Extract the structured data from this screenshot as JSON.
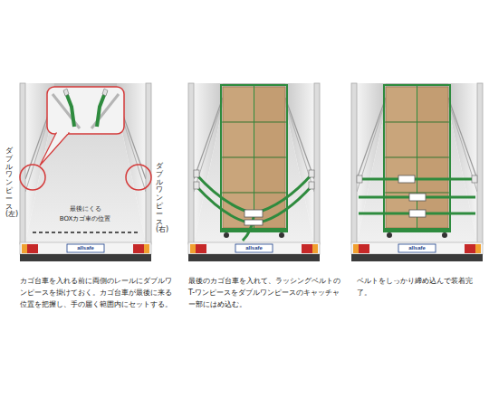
{
  "diagram": {
    "labels": [
      "ダブルワンピース(左)",
      "ダブルワンピース(右)",
      "最後にくる BOXカゴ車の位置",
      "allsafe",
      "allsafe",
      "allsafe",
      "カゴ台車を入れる前に両側のレールにダブルワンピースを掛けておく。カゴ台車が最後に来る位置を把握し、手の届く範囲内にセットする。",
      "最後のカゴ台車を入れて、ラッシングベルトのT-ワンピースをダブルワンピースのキャッチャー部にはめ込む。",
      "ベルトをしっかり締め込んで装着完了。"
    ]
  }
}
